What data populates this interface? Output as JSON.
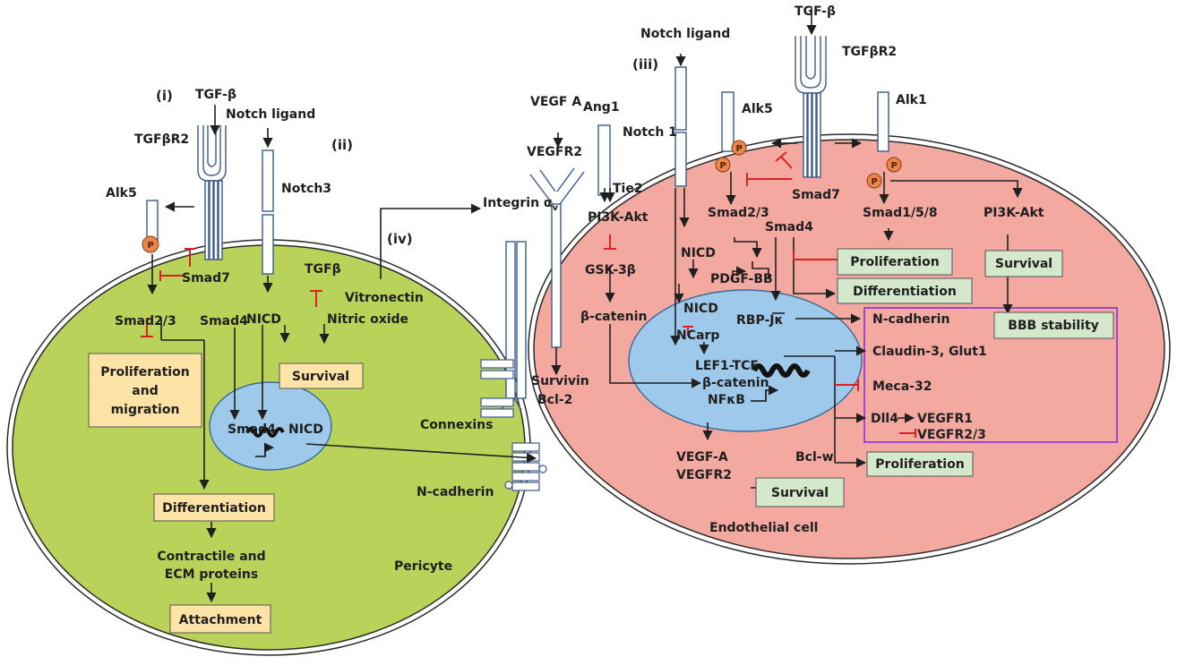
{
  "colors": {
    "pericyte_fill": "#b9d25a",
    "endothelial_fill": "#f3a8a0",
    "nucleus_fill": "#9ec9ea",
    "yellow_box": "#fde3a6",
    "green_box": "#d4e8cc",
    "inhibition": "#e02020",
    "arrow": "#1f1f1f",
    "purple_box": "#9b4bc6",
    "phospho": "#e9874a"
  },
  "pericyte": {
    "section_i": "(i)",
    "section_ii": "(ii)",
    "tgf_beta": "TGF-β",
    "tgfbr2": "TGFβR2",
    "alk5": "Alk5",
    "p": "P",
    "smad7": "Smad7",
    "smad23": "Smad2/3",
    "smad4": "Smad4",
    "notch_ligand": "Notch ligand",
    "notch3": "Notch3",
    "nicd": "NICD",
    "tgfb": "TGFβ",
    "nitric_oxide": "Nitric oxide",
    "vitronectin": "Vitronectin",
    "box_prolif_line1": "Proliferation",
    "box_prolif_line2": "and",
    "box_prolif_line3": "migration",
    "box_survival": "Survival",
    "nucleus_smad4": "Smad4",
    "nucleus_nicd": "NICD",
    "box_differentiation": "Differentiation",
    "contractile_line1": "Contractile and",
    "contractile_line2": "ECM proteins",
    "box_attachment": "Attachment",
    "cell_label": "Pericyte"
  },
  "junction": {
    "section_iv": "(iv)",
    "integrin": "Integrin α",
    "integrin_sub": "v",
    "connexins": "Connexins",
    "ncadherin": "N-cadherin"
  },
  "endothelial": {
    "section_iii": "(iii)",
    "vegfa": "VEGF A",
    "vegfr2": "VEGFR2",
    "ang1": "Ang1",
    "tie2": "Tie2",
    "pi3k_akt": "PI3K-Akt",
    "gsk3b": "GSK-3β",
    "b_catenin": "β-catenin",
    "survivin": "Survivin",
    "bcl2": "Bcl-2",
    "notch_ligand": "Notch ligand",
    "notch1": "Notch 1",
    "nicd": "NICD",
    "tgf_beta": "TGF-β",
    "tgfbr2": "TGFβR2",
    "alk5": "Alk5",
    "alk1": "Alk1",
    "p": "P",
    "smad7": "Smad7",
    "smad23": "Smad2/3",
    "smad4": "Smad4",
    "smad158": "Smad1/5/8",
    "pi3k_akt_right": "PI3K-Akt",
    "pdgf_bb": "PDGF-BB",
    "nucleus_nicd": "NICD",
    "ncarp": "NCarp",
    "rbp_jk": "RBP-Jκ",
    "lef1_tcf": "LEF1-TCF",
    "nucleus_bcat": "β-catenin",
    "nfkb": "NFκB",
    "vegf_a": "VEGF-A",
    "vegfr2_bottom": "VEGFR2",
    "bcl_w": "Bcl-w",
    "box_survival_bottom": "Survival",
    "box_proliferation": "Proliferation",
    "box_differentiation": "Differentiation",
    "box_survival_right": "Survival",
    "box_bbb": "BBB stability",
    "ncadherin": "N-cadherin",
    "claudin": "Claudin-3, Glut1",
    "meca": "Meca-32",
    "dll4": "Dll4",
    "vegfr1": "VEGFR1",
    "vegfr23": "VEGFR2/3",
    "box_proliferation_bottom": "Proliferation",
    "cell_label": "Endothelial cell"
  }
}
